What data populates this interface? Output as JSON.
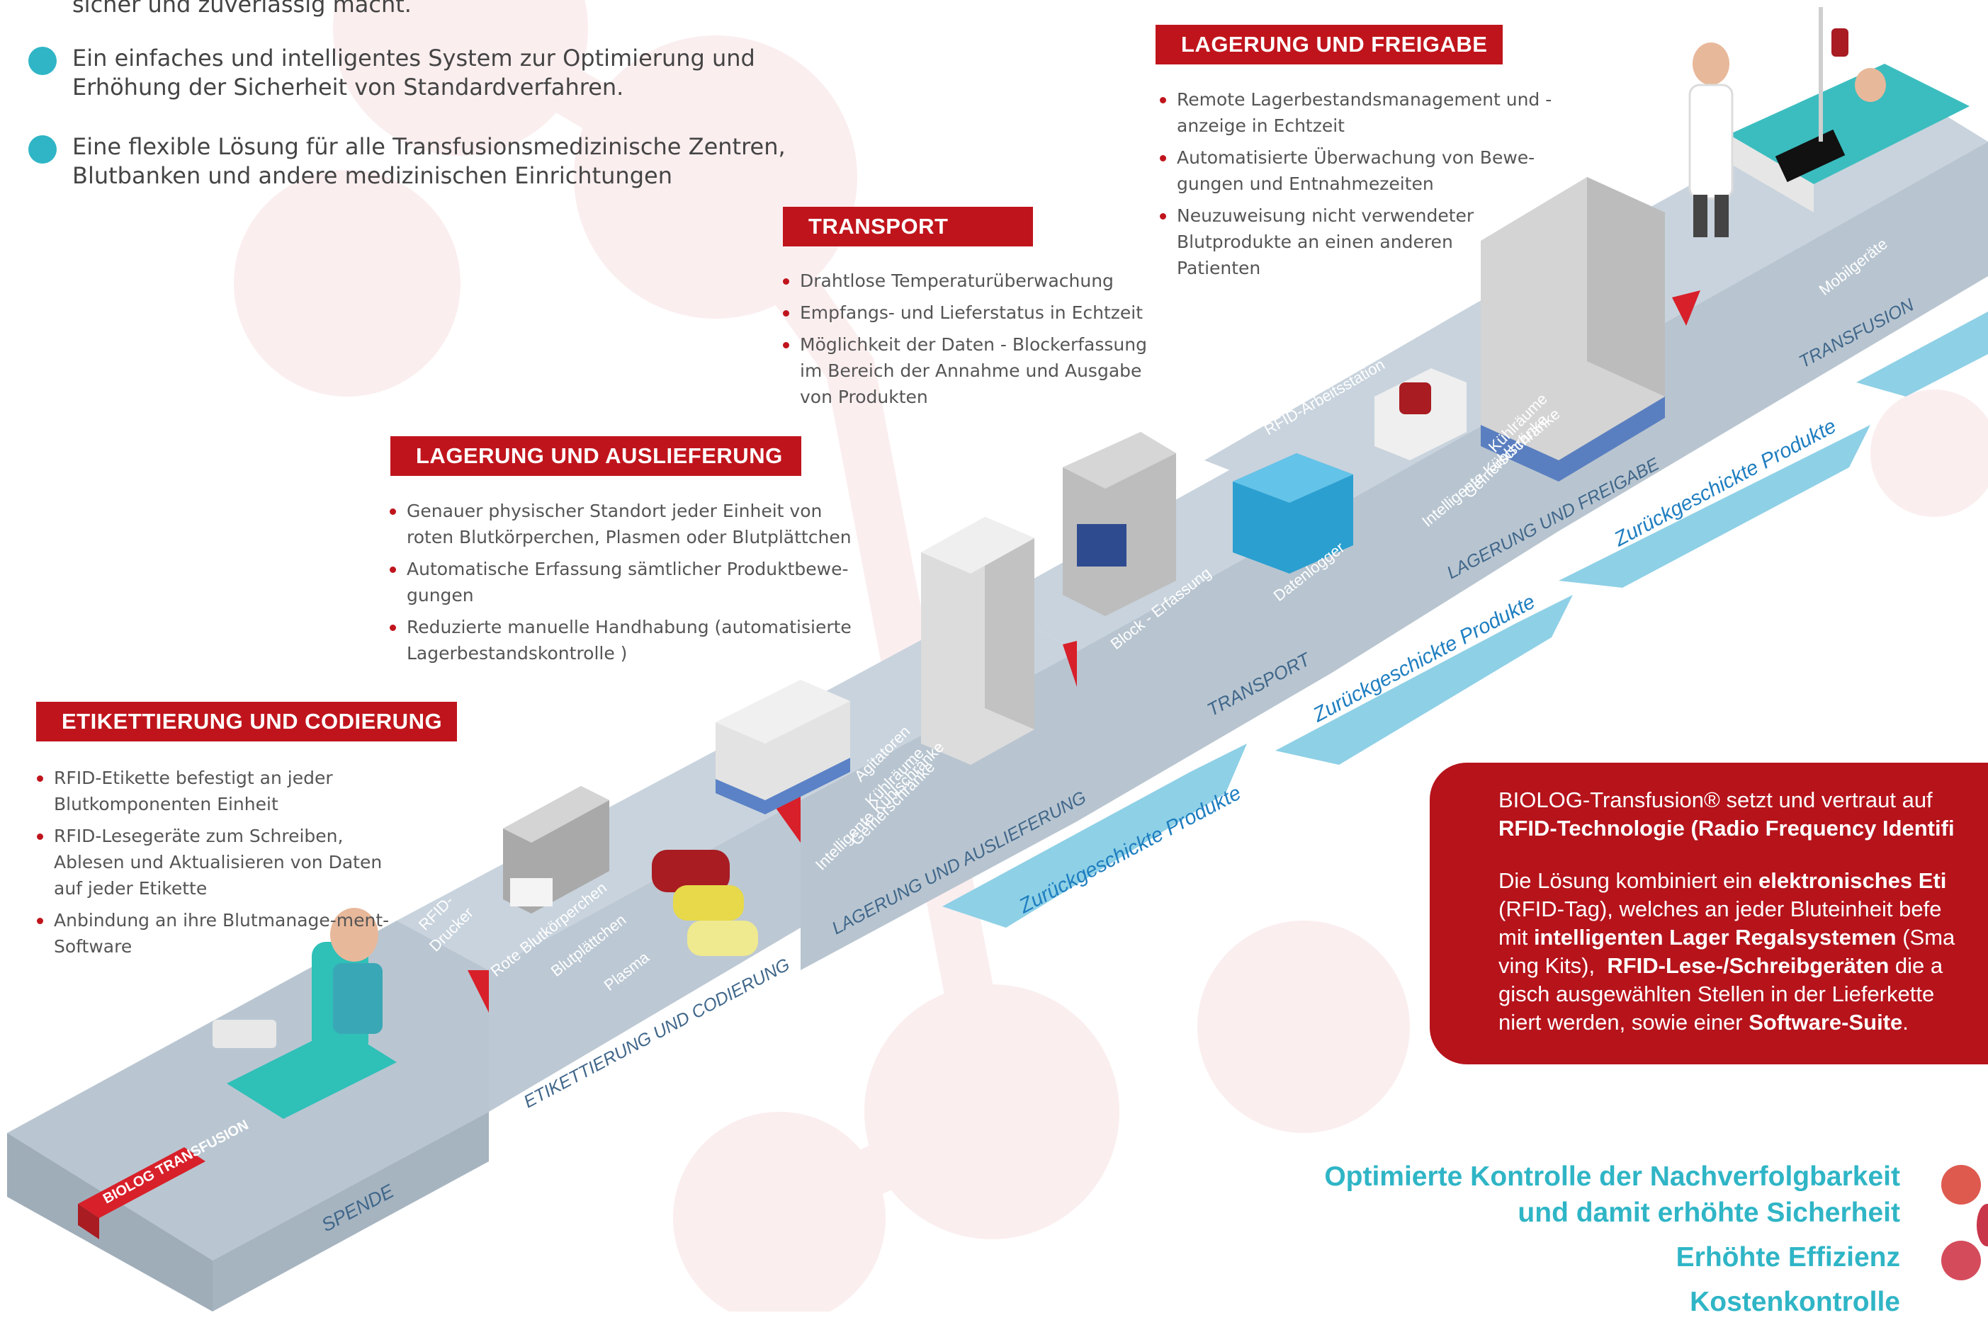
{
  "intro": {
    "partial_line": "sicher und zuverlässig macht.",
    "bullets": [
      "Ein einfaches und intelligentes System zur Optimierung und\nErhöhung der Sicherheit von Standardverfahren.",
      "Eine flexible Lösung für alle Transfusionsmedizinische Zentren,\nBlutbanken und andere medizinischen Einrichtungen"
    ]
  },
  "sections": {
    "lagerung_freigabe": {
      "title": "LAGERUNG UND FREIGABE",
      "items": [
        "Remote Lagerbestandsmanagement und -anzeige in Echtzeit",
        "Automatisierte Überwachung von Bewe-gungen und Entnahmezeiten",
        "Neuzuweisung nicht verwendeter Blutprodukte an einen anderen Patienten"
      ]
    },
    "transport": {
      "title": "TRANSPORT",
      "items": [
        "Drahtlose Temperaturüberwachung",
        "Empfangs- und Lieferstatus in Echtzeit",
        "Möglichkeit der Daten - Blockerfassung im Bereich der Annahme und Ausgabe von Produkten"
      ]
    },
    "lagerung_auslieferung": {
      "title": "LAGERUNG UND AUSLIEFERUNG",
      "items": [
        "Genauer physischer Standort jeder Einheit von roten Blutkörperchen, Plasmen oder Blutplättchen",
        "Automatische Erfassung sämtlicher Produktbewe-gungen",
        "Reduzierte manuelle Handhabung (automatisierte Lagerbestandskontrolle )"
      ]
    },
    "etikettierung": {
      "title": "ETIKETTIERUNG UND CODIERUNG",
      "items": [
        "RFID-Etikette befestigt an jeder Blutkomponenten Einheit",
        "RFID-Lesegeräte zum Schreiben, Ablesen und Aktualisieren von Daten auf jeder Etikette",
        "Anbindung an ihre Blutmanage-ment-Software"
      ]
    }
  },
  "diagram": {
    "stages": {
      "spende": "SPENDE",
      "etikettierung": "ETIKETTIERUNG UND CODIERUNG",
      "lagerung_auslieferung": "LAGERUNG UND AUSLIEFERUNG",
      "transport": "TRANSPORT",
      "lagerung_freigabe": "LAGERUNG UND FREIGABE",
      "transfusion": "TRANSFUSION"
    },
    "returned": "Zurückgeschickte Produkte",
    "labels": {
      "rfid_drucker_1": "RFID-",
      "rfid_drucker_2": "Drucker",
      "rote": "Rote Blutkörperchen",
      "blutplaettchen": "Blutplättchen",
      "plasma": "Plasma",
      "agitatoren": "Agitatoren",
      "kuehlraeume": "Kühlräume",
      "gefrierschraenke": "Gefrierschränke",
      "intelligente": "Intelligente Kühlschränke",
      "block": "Block - Erfassung",
      "datenlogger": "Datenlogger",
      "rfid_arbeitsstation": "RFID-Arbeitsstation",
      "mobilgeraete": "Mobilgeräte"
    },
    "logo_text": "BIOLOG TRANSFUSION"
  },
  "info_box": {
    "p1_a": "BIOLOG-Transfusion® setzt und vertraut auf",
    "p1_b": "RFID-Technologie (Radio Frequency Identifi",
    "p2_l1_a": "Die Lösung kombiniert ein ",
    "p2_l1_b": "elektronisches Eti",
    "p2_l2": "(RFID-Tag), welches an jeder Bluteinheit befe",
    "p2_l3_a": "mit ",
    "p2_l3_b": "intelligenten Lager Regalsystemen",
    "p2_l3_c": " (Sma",
    "p2_l4_a": "ving Kits),  ",
    "p2_l4_b": "RFID-Lese-/Schreibgeräten",
    "p2_l4_c": " die a",
    "p2_l5": "gisch ausgewählten Stellen in der Lieferkette",
    "p2_l6_a": "niert werden, sowie einer ",
    "p2_l6_b": "Software-Suite",
    "p2_l6_c": "."
  },
  "benefits": [
    "Optimierte Kontrolle der Nachverfolgbarkeit",
    "und damit erhöhte Sicherheit",
    "Erhöhte Effizienz",
    "Kostenkontrolle"
  ],
  "colors": {
    "accent_red": "#c0141c",
    "teal": "#2fb5c6",
    "floor_grey": "#b7c4cf",
    "returned_blue": "#8ed0e6"
  }
}
